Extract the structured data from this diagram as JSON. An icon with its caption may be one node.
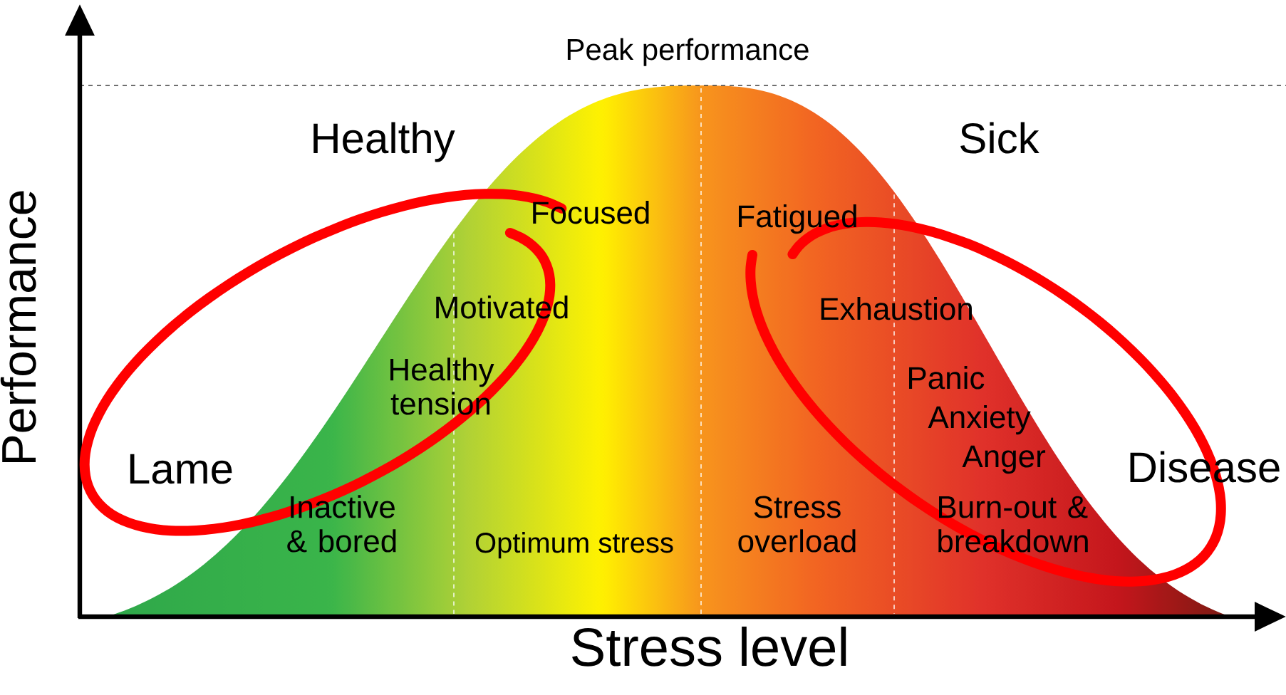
{
  "diagram": {
    "labels": [
      "Peak performance",
      "Healthy",
      "Sick",
      "Performance",
      "Focused",
      "Fatigued",
      "Motivated",
      "Exhaustion",
      "Healthy tension",
      "Panic",
      "Anxiety",
      "Lame",
      "Anger",
      "Disease",
      "Inactive & bored",
      "Optimum stress",
      "Stress overload",
      "Burn-out & breakdown",
      "Stress level"
    ]
  }
}
